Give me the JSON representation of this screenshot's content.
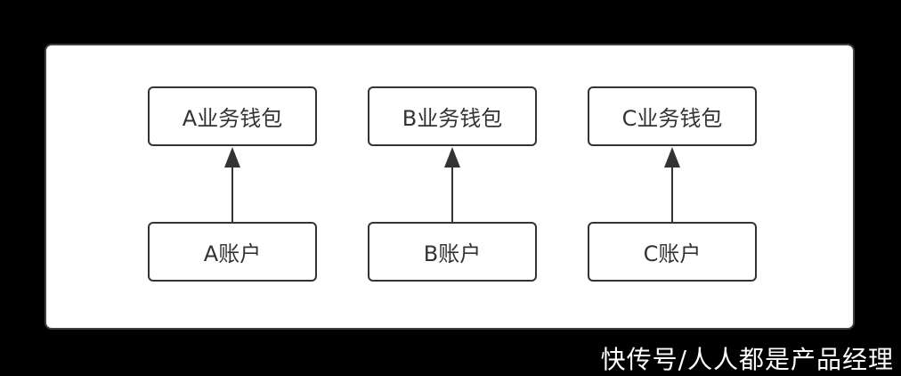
{
  "diagram": {
    "wallets": [
      {
        "label": "A业务钱包"
      },
      {
        "label": "B业务钱包"
      },
      {
        "label": "C业务钱包"
      }
    ],
    "accounts": [
      {
        "label": "A账户"
      },
      {
        "label": "B账户"
      },
      {
        "label": "C账户"
      }
    ],
    "edges": [
      {
        "from": "A账户",
        "to": "A业务钱包"
      },
      {
        "from": "B账户",
        "to": "B业务钱包"
      },
      {
        "from": "C账户",
        "to": "C业务钱包"
      }
    ],
    "colors": {
      "page_background": "#000000",
      "canvas_background": "#ffffff",
      "stroke": "#333333",
      "watermark_text": "#ffffff"
    }
  },
  "watermark": {
    "text": "快传号/人人都是产品经理"
  }
}
